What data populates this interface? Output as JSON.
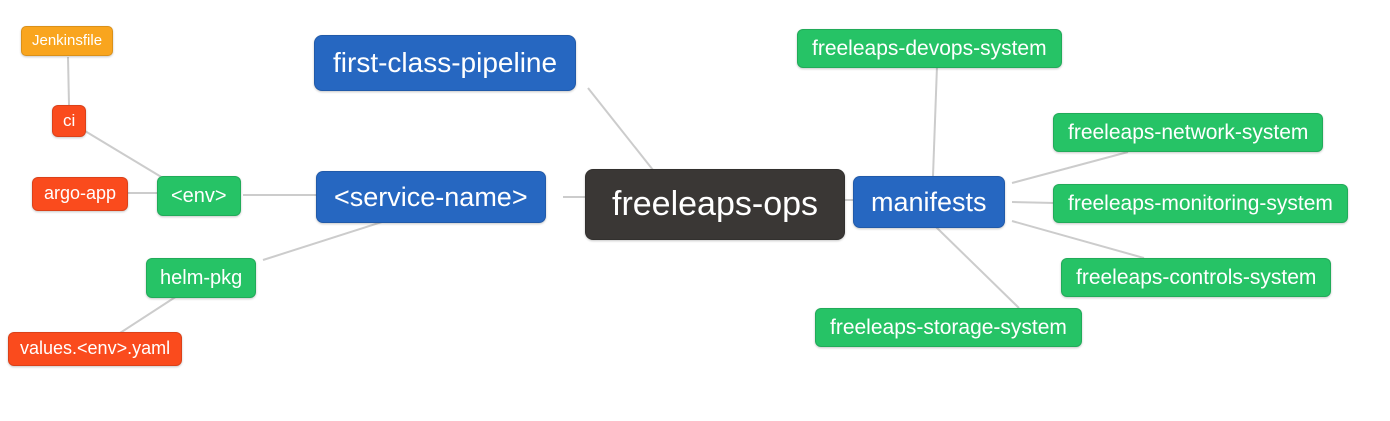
{
  "nodes": {
    "root": {
      "label": "freeleaps-ops"
    },
    "first_class_pipeline": {
      "label": "first-class-pipeline"
    },
    "service_name": {
      "label": "<service-name>"
    },
    "env": {
      "label": "<env>"
    },
    "ci": {
      "label": "ci"
    },
    "jenkinsfile": {
      "label": "Jenkinsfile"
    },
    "argo_app": {
      "label": "argo-app"
    },
    "helm_pkg": {
      "label": "helm-pkg"
    },
    "values_yaml": {
      "label": "values.<env>.yaml"
    },
    "manifests": {
      "label": "manifests"
    },
    "devops_system": {
      "label": "freeleaps-devops-system"
    },
    "network_system": {
      "label": "freeleaps-network-system"
    },
    "monitoring_system": {
      "label": "freeleaps-monitoring-system"
    },
    "controls_system": {
      "label": "freeleaps-controls-system"
    },
    "storage_system": {
      "label": "freeleaps-storage-system"
    }
  },
  "colors": {
    "canvas": "#ffffff",
    "text": "#ffffff",
    "edge": "#cccccc",
    "dark": "#3a3735",
    "blue": "#2667c1",
    "green": "#26c366",
    "orange": "#fa4b1d",
    "amber": "#f9a51e"
  }
}
